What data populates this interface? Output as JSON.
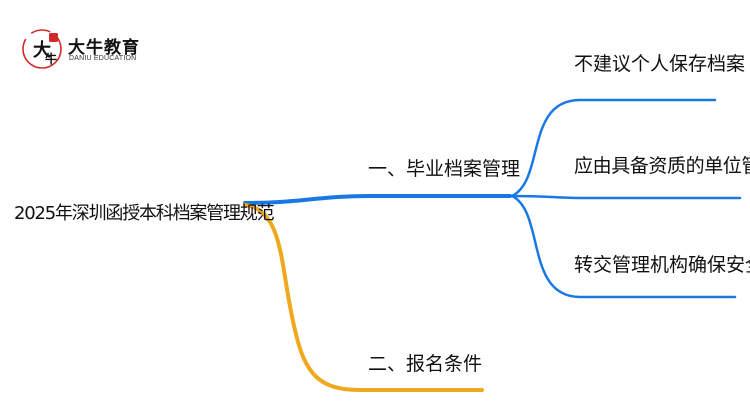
{
  "brand": {
    "mark_char": "大",
    "mark_sub_char": "牛",
    "name": "大牛教育",
    "subtitle": "DANIU EDUCATION"
  },
  "mindmap": {
    "root": "2025年深圳函授本科档案管理规范",
    "branches": [
      {
        "label": "一、毕业档案管理",
        "children": [
          "不建议个人保存档案",
          "应由具备资质的单位管理",
          "转交管理机构确保安全"
        ]
      },
      {
        "label": "二、报名条件",
        "children": []
      }
    ]
  },
  "colors": {
    "blue_branch": "#1a78e5",
    "orange_branch": "#f0a81e",
    "logo_red": "#d22a2a",
    "text": "#111111"
  }
}
